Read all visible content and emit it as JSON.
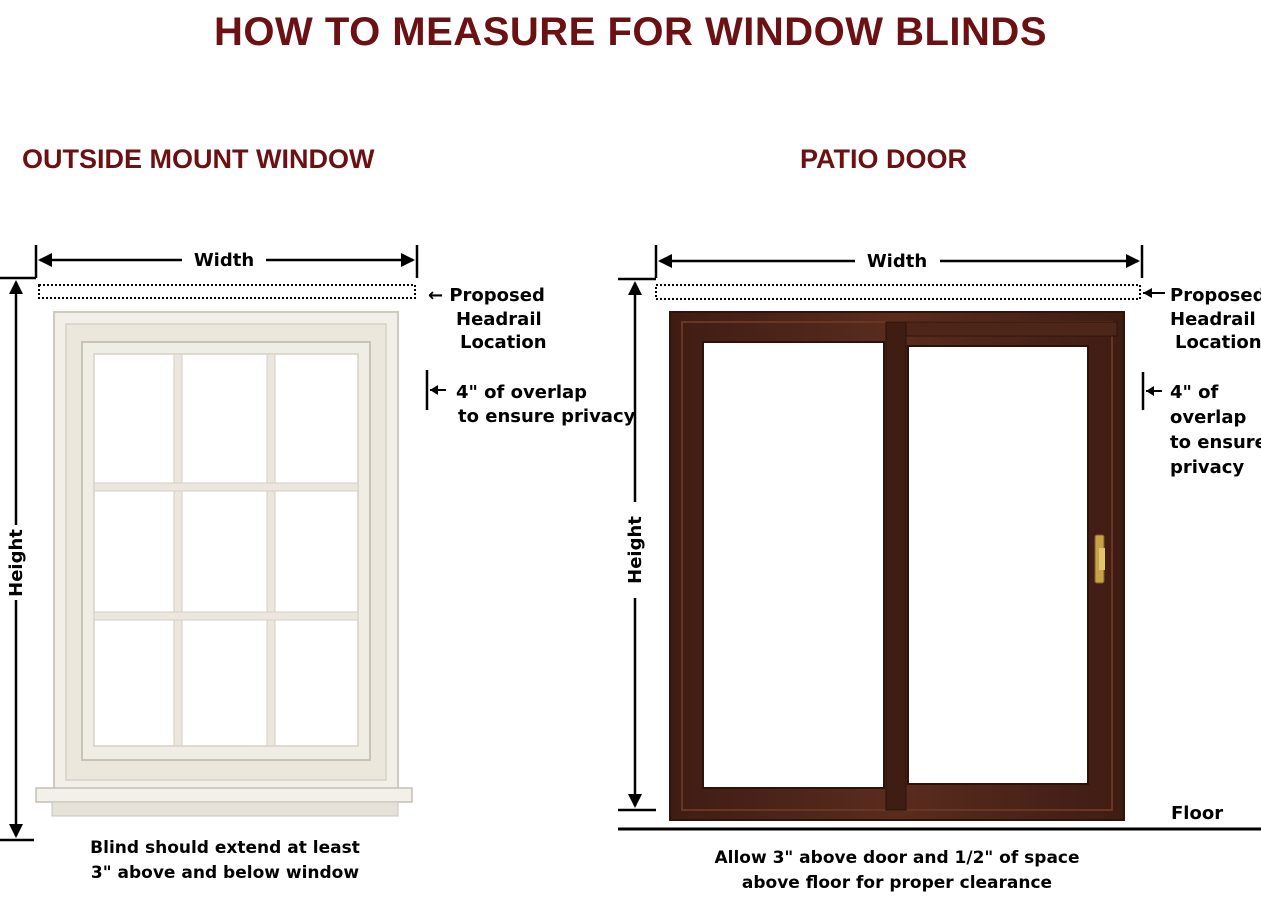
{
  "title": "HOW TO MEASURE FOR WINDOW BLINDS",
  "colors": {
    "title": "#6b1013",
    "door_frame": "#4a2318",
    "window_frame": "#efece4",
    "line": "#000000"
  },
  "left": {
    "heading": "OUTSIDE MOUNT WINDOW",
    "width_label": "Width",
    "height_label": "Height",
    "headrail": [
      "← Proposed",
      "Headrail",
      "Location"
    ],
    "overlap": [
      "4\" of overlap",
      "to ensure privacy"
    ],
    "caption": [
      "Blind should extend at least",
      "3\" above and below window"
    ]
  },
  "right": {
    "heading": "PATIO DOOR",
    "width_label": "Width",
    "height_label": "Height",
    "headrail": [
      "Proposed",
      "Headrail",
      "Location"
    ],
    "overlap": [
      "4\" of",
      "overlap",
      "to ensure",
      "privacy"
    ],
    "floor_label": "Floor",
    "caption": [
      "Allow 3\" above door and 1/2\" of space",
      "above floor for proper clearance"
    ]
  }
}
